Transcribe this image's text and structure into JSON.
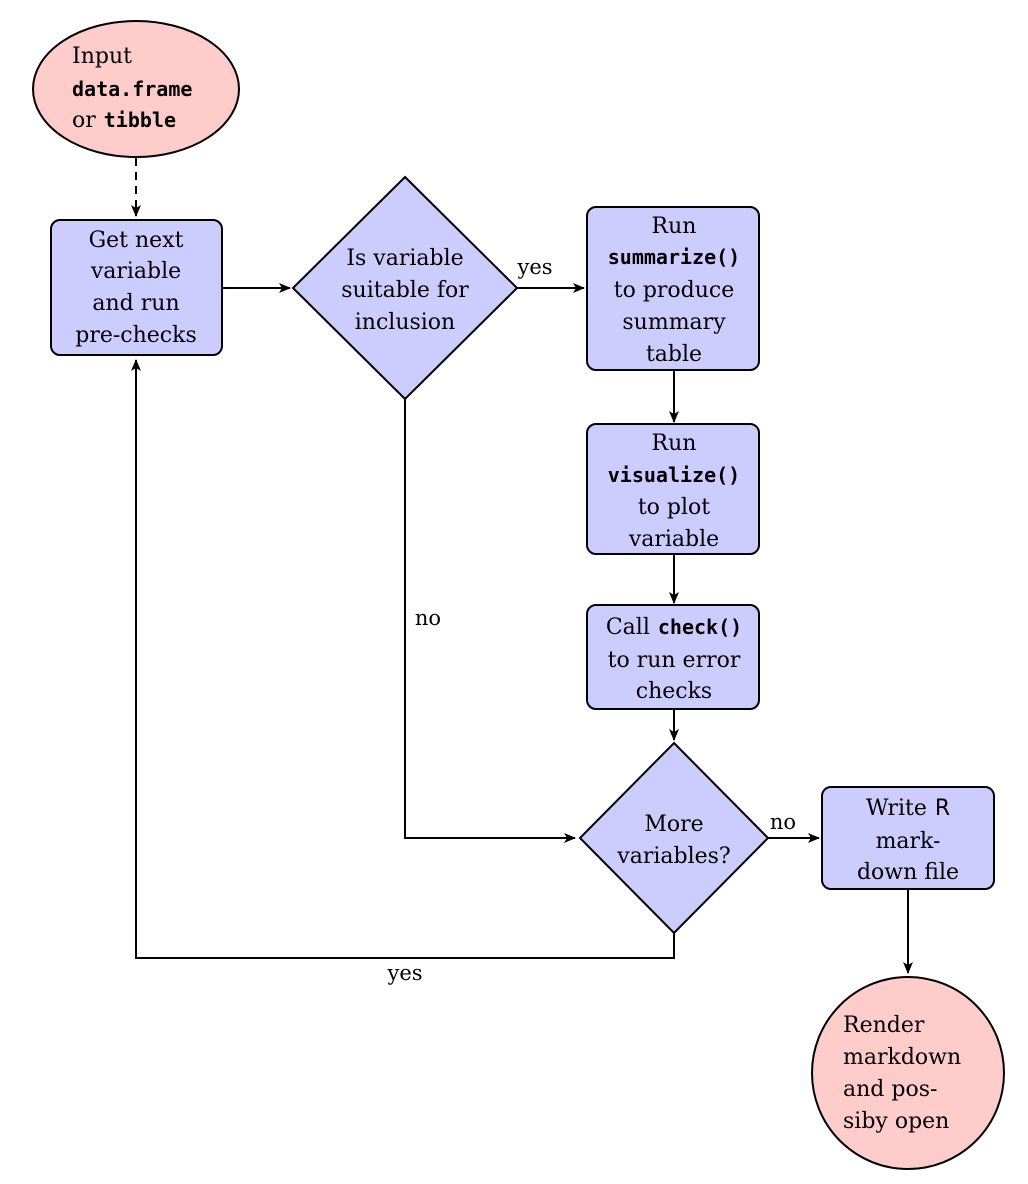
{
  "colors": {
    "process_fill": "#ccccff",
    "terminal_fill": "#ffcccc",
    "stroke": "#000000",
    "background": "#ffffff"
  },
  "nodes": {
    "input": {
      "line1": "Input",
      "line2_code": "data.frame",
      "line3_prefix": "or",
      "line3_code": "tibble"
    },
    "get_next": {
      "lines": [
        "Get next",
        "variable",
        "and run",
        "pre-checks"
      ]
    },
    "is_suitable": {
      "lines": [
        "Is variable",
        "suitable for",
        "inclusion"
      ]
    },
    "summarize": {
      "line1": "Run",
      "code": "summarize()",
      "lines": [
        "to produce",
        "summary",
        "table"
      ]
    },
    "visualize": {
      "line1": "Run",
      "code": "visualize()",
      "lines": [
        "to plot",
        "variable"
      ]
    },
    "check": {
      "prefix": "Call",
      "code": "check()",
      "lines": [
        "to run error",
        "checks"
      ]
    },
    "more_vars": {
      "lines": [
        "More",
        "variables?"
      ]
    },
    "write_rmd": {
      "line1_prefix": "Write",
      "line1_r": "R",
      "lines": [
        "mark-",
        "down file"
      ]
    },
    "render": {
      "lines": [
        "Render",
        "markdown",
        "and pos-",
        "siby open"
      ]
    }
  },
  "edge_labels": {
    "suitable_yes": "yes",
    "suitable_no": "no",
    "more_no": "no",
    "more_yes": "yes"
  }
}
